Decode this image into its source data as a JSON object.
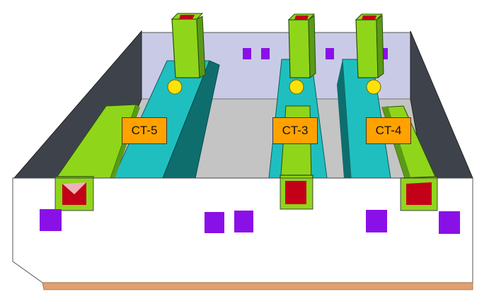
{
  "colors": {
    "wall_white": "#ffffff",
    "wall_gray": "#3e434b",
    "back_wall": "#c9cbe6",
    "floor": "#c4c4c4",
    "duct_teal": "#1fbfbf",
    "duct_teal_dark": "#0e6e6e",
    "pipe_green": "#8fd61a",
    "pipe_green_dark": "#5a9a18",
    "opening_red": "#c30018",
    "vent_purple": "#8a10e8",
    "light_yellow": "#ffe10a",
    "label_orange": "#ffa200",
    "base_tan": "#e0a070"
  },
  "labels": [
    {
      "id": "ct5",
      "text": "CT-5"
    },
    {
      "id": "ct3",
      "text": "CT-3"
    },
    {
      "id": "ct4",
      "text": "CT-4"
    }
  ]
}
